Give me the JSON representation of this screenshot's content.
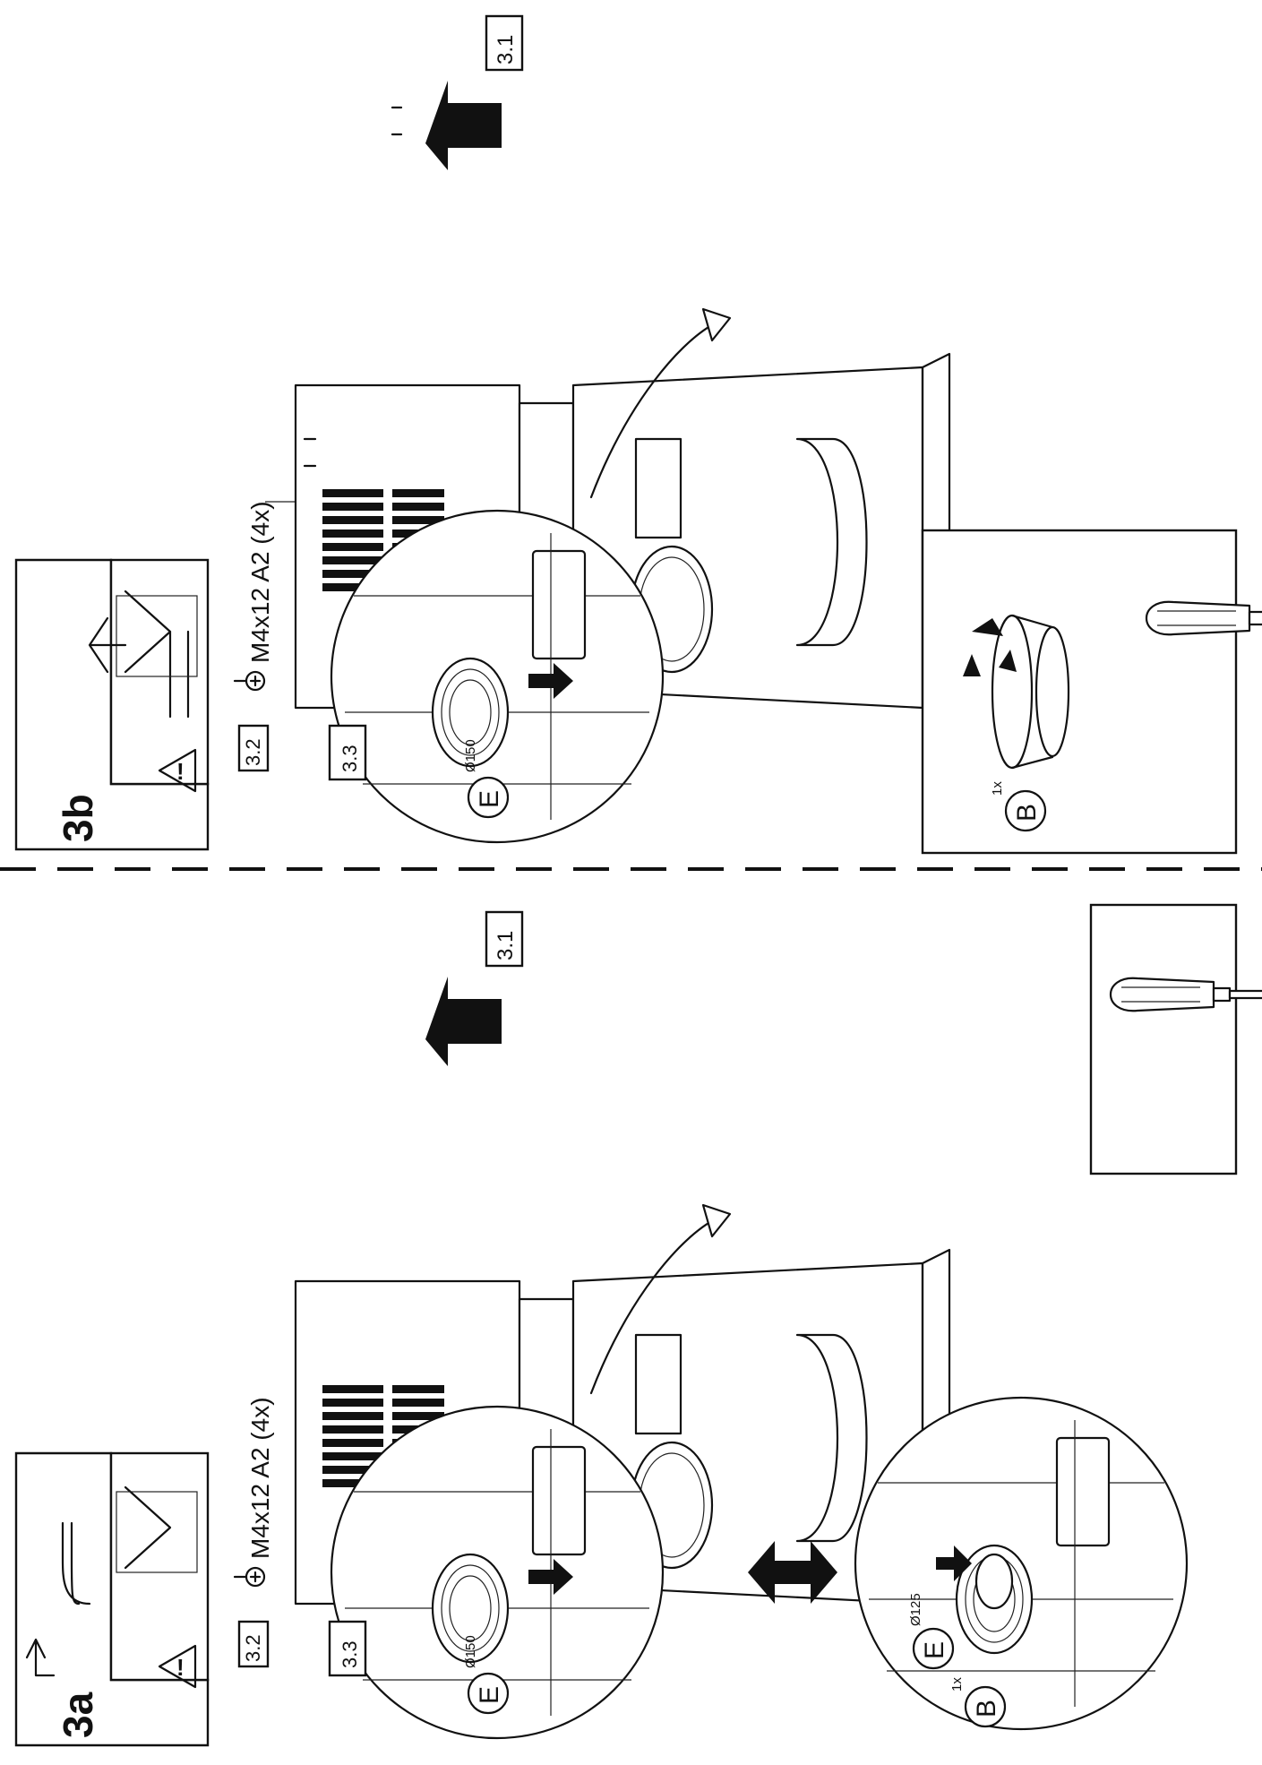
{
  "variant_a": {
    "step": "3a",
    "screw_step": "3.2",
    "screw_spec": "M4x12 A2 (4x)",
    "remove_step": "3.1",
    "detail_step": "3.3",
    "part_e_label": "E",
    "part_e_diameter": "Ø150",
    "alt_part_e_label": "E",
    "alt_part_e_diameter": "Ø125",
    "alt_part_b_label": "B",
    "alt_part_b_qty": "1x"
  },
  "variant_b": {
    "step": "3b",
    "screw_step": "3.2",
    "screw_spec": "M4x12 A2 (4x)",
    "remove_step": "3.1",
    "detail_step": "3.3",
    "part_e_label": "E",
    "part_e_diameter": "Ø150",
    "tool_part_label": "B",
    "tool_part_qty": "1x"
  },
  "icons": {
    "warning": "warning-triangle-icon",
    "outdoor_exhaust": "exhaust-outside-icon",
    "recirculation": "recirculation-icon",
    "screw": "screw-icon",
    "screwdriver": "screwdriver-icon",
    "recycle": "recycle-icon"
  }
}
